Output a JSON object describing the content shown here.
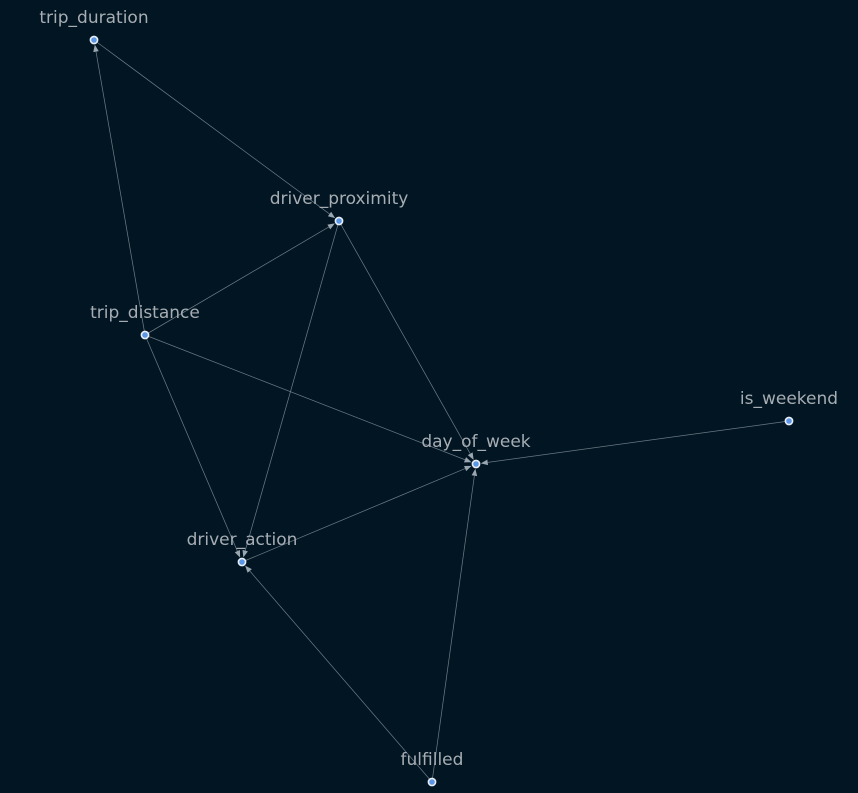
{
  "graph": {
    "nodes": [
      {
        "id": "trip_duration",
        "label": "trip_duration"
      },
      {
        "id": "driver_proximity",
        "label": "driver_proximity"
      },
      {
        "id": "trip_distance",
        "label": "trip_distance"
      },
      {
        "id": "is_weekend",
        "label": "is_weekend"
      },
      {
        "id": "day_of_week",
        "label": "day_of_week"
      },
      {
        "id": "driver_action",
        "label": "driver_action"
      },
      {
        "id": "fulfilled",
        "label": "fulfilled"
      }
    ],
    "edges": [
      {
        "from": "trip_duration",
        "to": "driver_proximity"
      },
      {
        "from": "trip_distance",
        "to": "trip_duration"
      },
      {
        "from": "trip_distance",
        "to": "driver_proximity"
      },
      {
        "from": "trip_distance",
        "to": "day_of_week"
      },
      {
        "from": "trip_distance",
        "to": "driver_action"
      },
      {
        "from": "driver_proximity",
        "to": "day_of_week"
      },
      {
        "from": "driver_proximity",
        "to": "driver_action"
      },
      {
        "from": "driver_action",
        "to": "day_of_week"
      },
      {
        "from": "is_weekend",
        "to": "day_of_week"
      },
      {
        "from": "fulfilled",
        "to": "day_of_week"
      },
      {
        "from": "fulfilled",
        "to": "driver_action"
      }
    ]
  },
  "colors": {
    "background": "#011522",
    "node_fill": "#5c97e6",
    "node_stroke": "#e8eef6",
    "edge": "#7d8a95",
    "label": "#a7adb3"
  }
}
